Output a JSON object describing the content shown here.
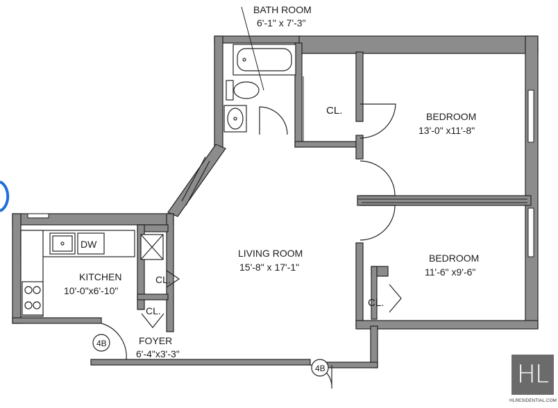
{
  "rooms": {
    "bathroom": {
      "name": "BATH ROOM",
      "dims": "6'-1\" x 7'-3\""
    },
    "bedroom1": {
      "name": "BEDROOM",
      "dims": "13'-0\" x11'-8\""
    },
    "bedroom2": {
      "name": "BEDROOM",
      "dims": "11'-6\" x9'-6\""
    },
    "living": {
      "name": "LIVING ROOM",
      "dims": "15'-8\" x 17'-1\""
    },
    "kitchen": {
      "name": "KITCHEN",
      "dims": "10'-0\"x6'-10\""
    },
    "foyer": {
      "name": "FOYER",
      "dims": "6'-4\"x3'-3\""
    }
  },
  "closet_label": "CL.",
  "appliances": {
    "dishwasher": "DW"
  },
  "unit_tags": [
    "4B",
    "4B"
  ],
  "logo": {
    "letters": "HL",
    "url": "HLRESIDENTIAL.COM"
  },
  "colors": {
    "wall": "#8c8c8c",
    "line": "#222222",
    "logo_bg": "#6b6b6b",
    "accent": "#1e6fd9"
  }
}
